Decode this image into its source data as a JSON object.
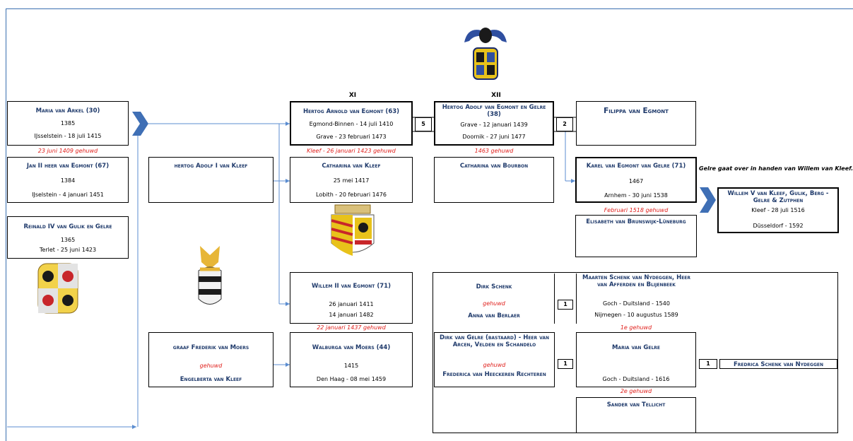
{
  "generations": {
    "xi": "XI",
    "xii": "XII"
  },
  "left_column": {
    "maria": {
      "name": "Maria van Arkel (30)",
      "year": "1385",
      "place": "IJsselstein - 18 juli 1415"
    },
    "maria_married": "23 juni 1409 gehuwd",
    "jan": {
      "name": "Jan II heer  van Egmont (67)",
      "year": "1384",
      "place": "IJselstein - 4 januari 1451"
    },
    "reinald": {
      "name": "Reinald IV van Gulik en Gelre",
      "year": "1365",
      "place": "Terlet - 25 juni 1423"
    }
  },
  "middle_left": {
    "adolf_kleef": "hertog Adolf I van Kleef",
    "frederik": {
      "name": "graaf Frederik van Moers",
      "status": "gehuwd",
      "spouse": "Engelberta van Kleef"
    }
  },
  "column_xi": {
    "arnold": {
      "name": "Hertog Arnold van Egmont (63)",
      "birth": "Egmond-Binnen - 14 juli 1410",
      "death": "Grave - 23 februari 1473"
    },
    "arnold_married": "Kleef - 26 januari 1423 gehuwd",
    "catharina_kleef": {
      "name": "Catharina van Kleef",
      "birth": "25 mei 1417",
      "death": "Lobith - 20 februari 1476"
    },
    "willem": {
      "name": "Willem II van Egmont (71)",
      "birth": "26 januari 1411",
      "death": "14 januari 1482"
    },
    "willem_married": "22 januari 1437 gehuwd",
    "walburga": {
      "name": "Walburga van Moers (44)",
      "year": "1415",
      "place": "Den Haag - 08 mei 1459"
    }
  },
  "column_xii": {
    "adolf": {
      "name": "Hertog Adolf van Egmont en Gelre (38)",
      "birth": "Grave - 12 januari 1439",
      "death": "Doornik - 27 juni 1477"
    },
    "adolf_married": "1463 gehuwd",
    "catharina_bourbon": {
      "name": "Catharina van Bourbon"
    },
    "dirk_schenk": {
      "name": "Dirk Schenk",
      "status": "gehuwd",
      "spouse": "Anna van Berlaer"
    },
    "dirk_gelre": {
      "name": "Dirk van Gelre (bastaard) - Heer van Arcen, Velden en Schandelo",
      "status": "gehuwd",
      "spouse": "Frederica van Heeckeren Rechteren"
    }
  },
  "column_xiii": {
    "filippa": {
      "name": "Filippa van Egmont"
    },
    "karel": {
      "name": "Karel van Egmont van Gelre (71)",
      "year": "1467",
      "place": "Arnhem - 30 juni 1538"
    },
    "karel_married": "Februari 1518 gehuwd",
    "elisabeth": {
      "name": "Elisabeth van Brunswijk-Lüneburg"
    },
    "maarten": {
      "name": "Maarten Schenk van Nydeggen, Heer van Afferden en Blijenbeek",
      "birth": "Goch - Duitsland - 1540",
      "death": "Nijmegen - 10 augustus 1589"
    },
    "first_married": "1e gehuwd",
    "maria_gelre": {
      "name": "Maria van Gelre",
      "place": "Goch - Duitsland - 1616"
    },
    "second_married": "2e gehuwd",
    "sander": {
      "name": "Sander van Tellicht"
    }
  },
  "right": {
    "note": "Gelre gaat over in handen van Willem van Kleef.",
    "willem_v": {
      "name": "Willem V van Kleef, Gulik, Berg - Gelre & Zutphen",
      "birth": "Kleef - 28 juli 1516",
      "death": "Düsseldorf - 1592"
    },
    "fredrica": {
      "name": "Fredrica Schenk van Nydeggen"
    }
  },
  "counts": {
    "arnold_children": "5",
    "adolf_children": "2",
    "dirk_schenk_children": "1",
    "dirk_gelre_children": "1",
    "maria_gelre_children": "1"
  },
  "colors": {
    "name_text": "#1f3a6b",
    "married_text": "#e0201c",
    "connector": "#5b8dd0",
    "arrow": "#3f6fb5"
  }
}
